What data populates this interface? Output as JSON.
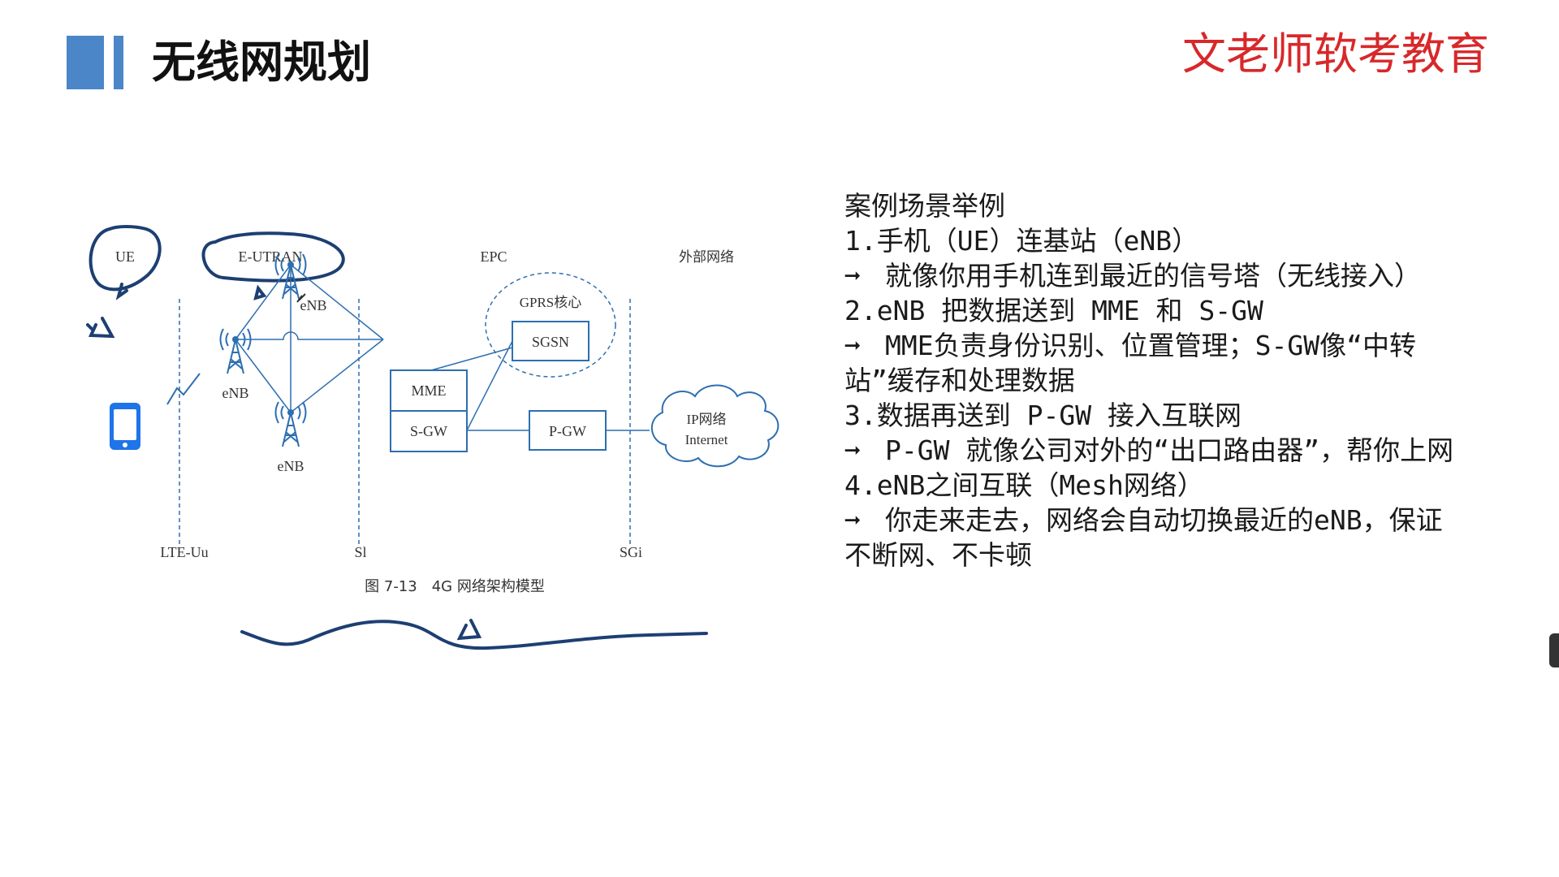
{
  "slide": {
    "title": "无线网规划",
    "brand": "文老师软考教育"
  },
  "diagram": {
    "labels": {
      "ue": "UE",
      "eutran": "E-UTRAN",
      "epc": "EPC",
      "external": "外部网络",
      "gprs_core": "GPRS核心",
      "sgsn": "SGSN",
      "mme": "MME",
      "sgw": "S-GW",
      "pgw": "P-GW",
      "ip_net": "IP网络",
      "internet": "Internet",
      "enb_top": "eNB",
      "enb_left": "eNB",
      "enb_bottom": "eNB",
      "lte_uu": "LTE-Uu",
      "s1": "Sl",
      "sgi": "SGi",
      "caption": "图 7-13　4G 网络架构模型"
    },
    "colors": {
      "line": "#2d6fb0",
      "ink": "#1d3f72",
      "text": "#333333"
    }
  },
  "notes": {
    "heading": "案例场景举例",
    "items": [
      {
        "point": "1.手机（UE）连基站（eNB）",
        "explain": "就像你用手机连到最近的信号塔（无线接入）"
      },
      {
        "point": "2.eNB 把数据送到 MME 和 S-GW",
        "explain": "MME负责身份识别、位置管理；S-GW像“中转站”缓存和处理数据"
      },
      {
        "point": "3.数据再送到 P-GW 接入互联网",
        "explain": "P-GW 就像公司对外的“出口路由器”，帮你上网"
      },
      {
        "point": "4.eNB之间互联（Mesh网络）",
        "explain": "你走来走去，网络会自动切换最近的eNB，保证不断网、不卡顿"
      }
    ],
    "arrow": "➞"
  },
  "icons": [
    "phone-icon",
    "antenna-icon",
    "cloud-icon",
    "pen-cursor-icon"
  ]
}
